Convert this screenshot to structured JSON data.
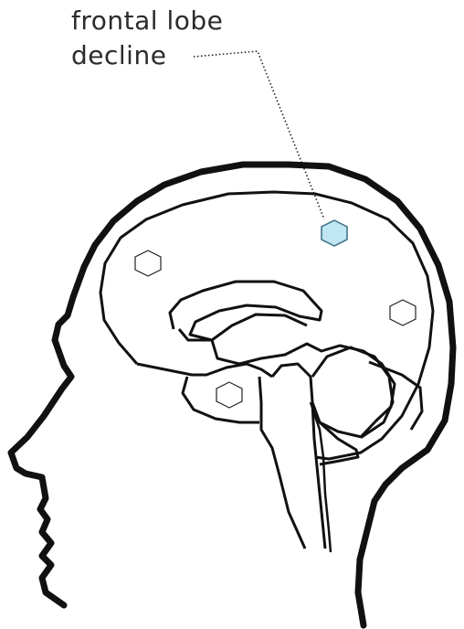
{
  "annotation": {
    "line1": "frontal lobe",
    "line2": "decline"
  },
  "colors": {
    "outline": "#000000",
    "highlight_fill": "#bfe6f2",
    "highlight_stroke": "#3a6f86",
    "leader": "#222222",
    "text": "#2b2b2b"
  },
  "icons": {
    "markers": "hexagon",
    "highlighted_marker": "hexagon-filled"
  }
}
